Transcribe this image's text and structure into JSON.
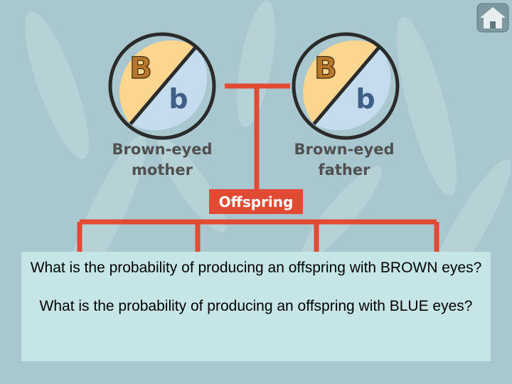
{
  "diagram": {
    "mother": {
      "allele_dominant": "B",
      "allele_recessive": "b",
      "label_line1": "Brown-eyed",
      "label_line2": "mother"
    },
    "father": {
      "allele_dominant": "B",
      "allele_recessive": "b",
      "label_line1": "Brown-eyed",
      "label_line2": "father"
    },
    "offspring_label": "Offspring",
    "colors": {
      "brown": "#fcd68f",
      "blue": "#c4dced",
      "line": "#e24a33",
      "ink": "#2b2b2b",
      "label": "#505050"
    }
  },
  "nav": {
    "home_icon": "home-icon"
  },
  "questions": [
    "What is the probability of producing an offspring with BROWN eyes?",
    "What is the probability of producing an offspring with BLUE eyes?"
  ]
}
